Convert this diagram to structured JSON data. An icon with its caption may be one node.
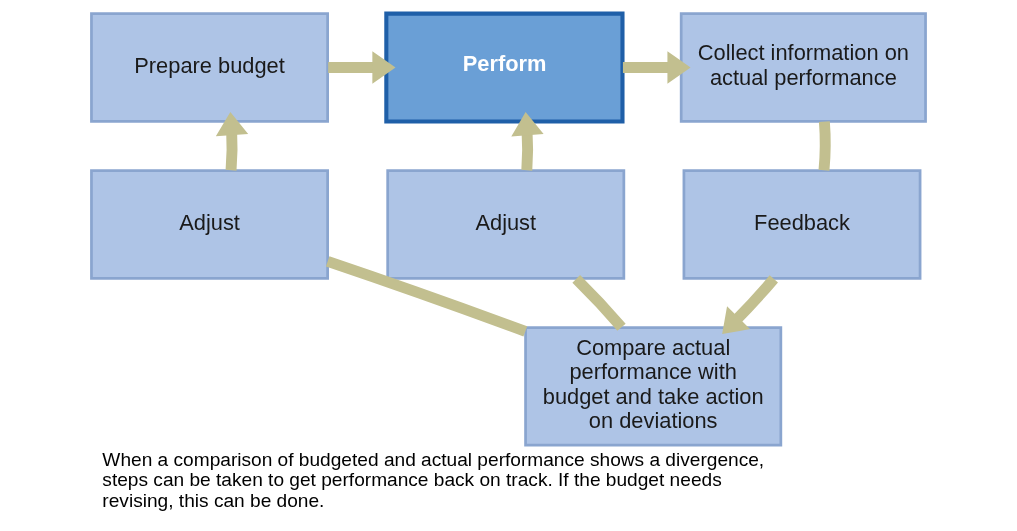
{
  "diagram": {
    "caption": "When a comparison of budgeted and actual performance shows a divergence, steps can be taken to get performance back on track. If the budget needs revising, this can be done.",
    "nodes": [
      {
        "text": [
          "Prepare budget"
        ]
      },
      {
        "text": [
          "Perform"
        ]
      },
      {
        "text": [
          "Collect information on actual performance"
        ]
      },
      {
        "text": [
          "Adjust"
        ]
      },
      {
        "text": [
          "Adjust"
        ]
      },
      {
        "text": [
          "Feedback"
        ]
      },
      {
        "text": [
          "Compare actual performance with budget and take action on deviations"
        ]
      }
    ],
    "edges": [
      {
        "from": 0,
        "to": 1,
        "arrow": "to"
      },
      {
        "from": 1,
        "to": 2,
        "arrow": "to"
      },
      {
        "from": 2,
        "to": 5,
        "arrow": "none"
      },
      {
        "from": 5,
        "to": 6,
        "arrow": "to"
      },
      {
        "from": 6,
        "to": 3,
        "arrow": "none"
      },
      {
        "from": 3,
        "to": 0,
        "arrow": "to"
      },
      {
        "from": 6,
        "to": 4,
        "arrow": "none"
      },
      {
        "from": 4,
        "to": 1,
        "arrow": "to"
      }
    ]
  }
}
